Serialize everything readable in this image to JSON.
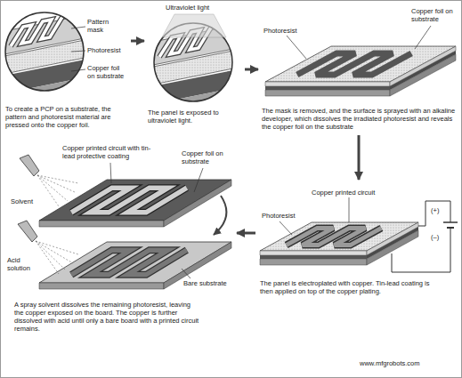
{
  "diagram": {
    "nodes": [
      {
        "text": [
          "To create a PCP on a substrate, the pattern and photoresist material are pressed onto the copper foil."
        ]
      },
      {
        "text": [
          "The panel is exposed to ultraviolet light."
        ]
      },
      {
        "text": [
          "The mask is removed, and the surface is sprayed with an alkaline developer, which dissolves the irradiated photoresist and reveals the copper foil on the substrate"
        ]
      },
      {
        "text": [
          "The panel is electroplated with copper. Tin-lead coating is then applied on top of the copper plating."
        ]
      },
      {
        "text": [
          "A spray solvent dissolves the remaining photoresist, leaving the copper exposed on the board. The copper is further dissolved with acid until only a bare board with a printed circuit remains."
        ]
      }
    ],
    "edges": [
      {
        "from": 0,
        "to": 1,
        "arrow": "to"
      },
      {
        "from": 1,
        "to": 2,
        "arrow": "to"
      },
      {
        "from": 2,
        "to": 3,
        "arrow": "to"
      },
      {
        "from": 3,
        "to": 4,
        "arrow": "to"
      }
    ],
    "labels": [
      "Pattern mask",
      "Photoresist",
      "Copper foil on substrate",
      "Ultraviolet light",
      "Photoresist",
      "Copper foil on substrate",
      "Copper printed circuit",
      "Photoresist",
      "(+)",
      "(–)",
      "Copper printed circuit with tin-lead protective coating",
      "Copper foil on substrate",
      "Solvent",
      "Acid solution",
      "Bare substrate",
      "www.mfgrobots.com"
    ]
  }
}
